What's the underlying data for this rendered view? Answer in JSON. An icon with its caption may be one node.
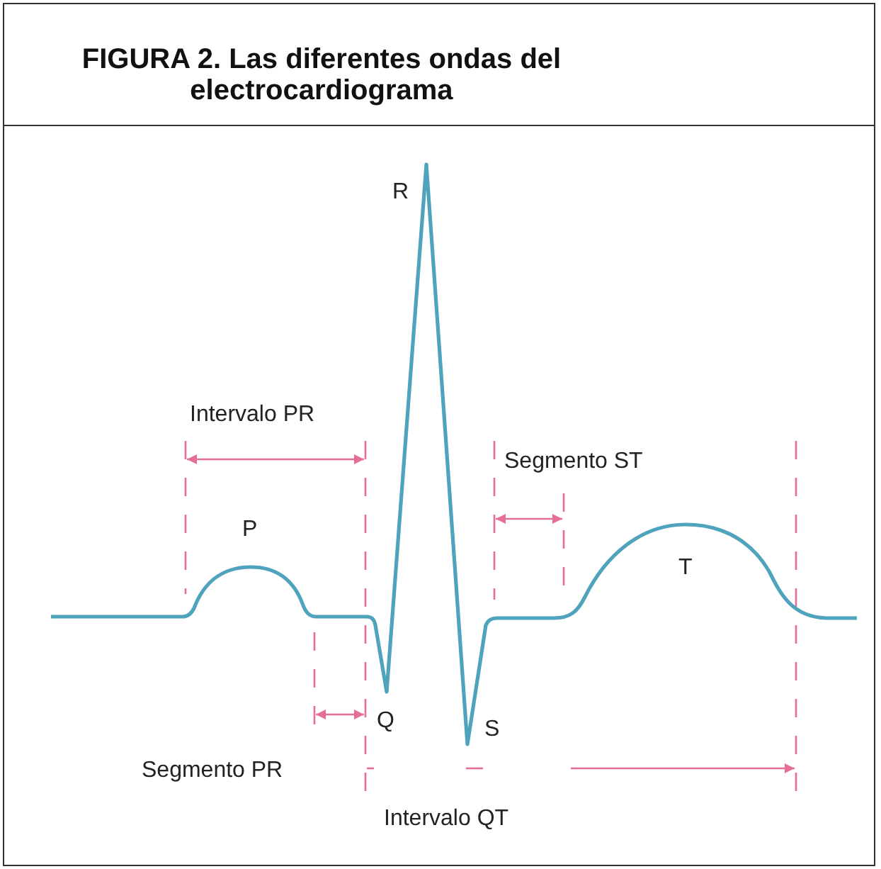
{
  "diagram": {
    "title": "FIGURA 2. Las diferentes ondas del electrocardiograma",
    "labels": [
      "R",
      "Intervalo PR",
      "Segmento ST",
      "P",
      "T",
      "Q",
      "S",
      "Segmento PR",
      "Intervalo QT"
    ]
  }
}
